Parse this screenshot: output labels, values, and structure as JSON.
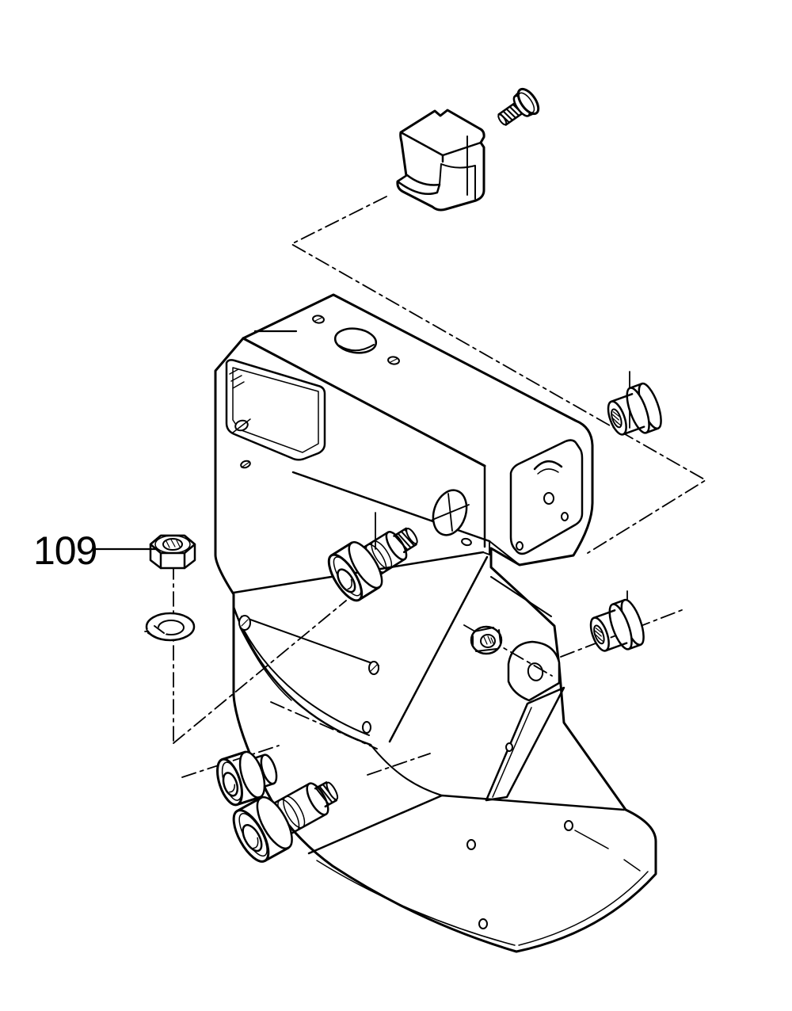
{
  "colors": {
    "background": "#ffffff",
    "ink": "#000000",
    "label_text": "#000000"
  },
  "callouts": [
    {
      "label": "109",
      "target_part": "hex-nut"
    }
  ],
  "parts": [
    {
      "name": "pan-head-screw"
    },
    {
      "name": "sheet-metal-clip"
    },
    {
      "name": "housing-body"
    },
    {
      "name": "flanged-nut-upper"
    },
    {
      "name": "flanged-nut-lower"
    },
    {
      "name": "hex-nut-109"
    },
    {
      "name": "spring-lock-washer"
    },
    {
      "name": "shoulder-bolt-middle"
    },
    {
      "name": "socket-head-screw-lower"
    },
    {
      "name": "shoulder-bolt-lower"
    },
    {
      "name": "small-hex-nut"
    }
  ]
}
